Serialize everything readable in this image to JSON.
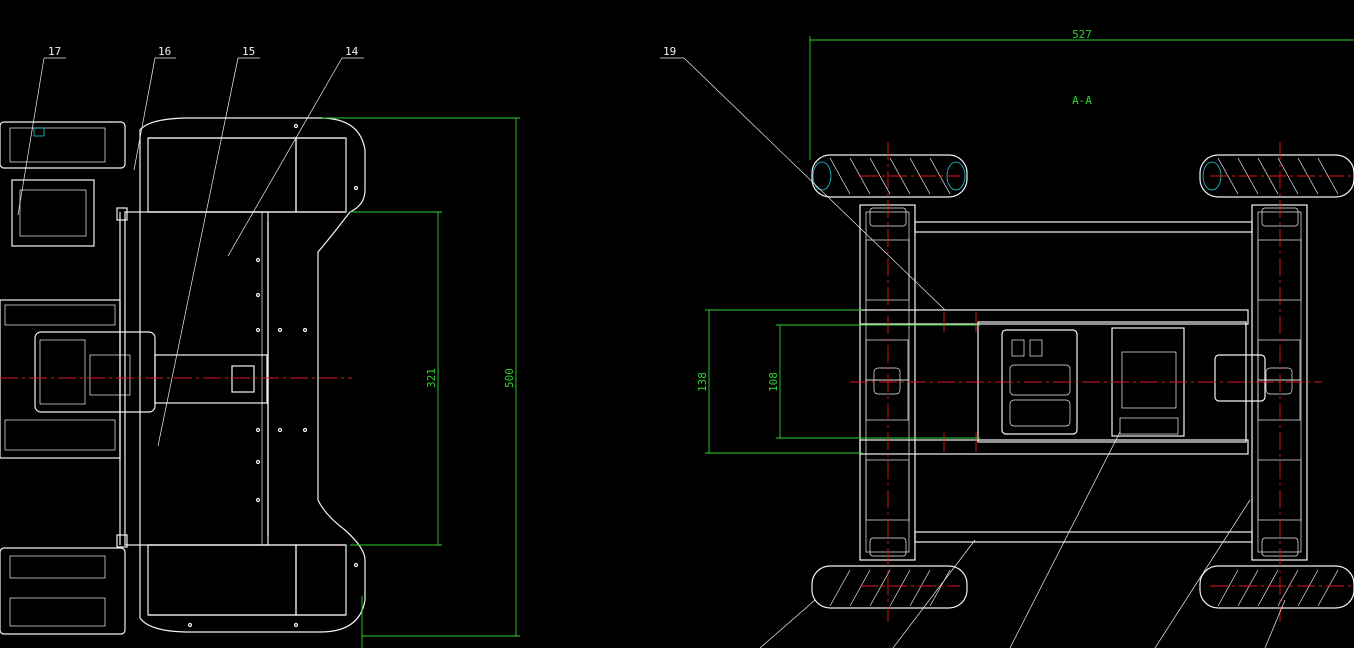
{
  "colors": {
    "background": "#000000",
    "outline": "#f2f2f2",
    "dimension": "#2fd12f",
    "centerline": "#e01818",
    "hatch": "#22c7d6"
  },
  "leaders": {
    "l17": "17",
    "l16": "16",
    "l15": "15",
    "l14": "14",
    "l19": "19"
  },
  "dimensions": {
    "d500": "500",
    "d321": "321",
    "d527": "527",
    "d138": "138",
    "d108": "108"
  },
  "section_label": "A-A"
}
